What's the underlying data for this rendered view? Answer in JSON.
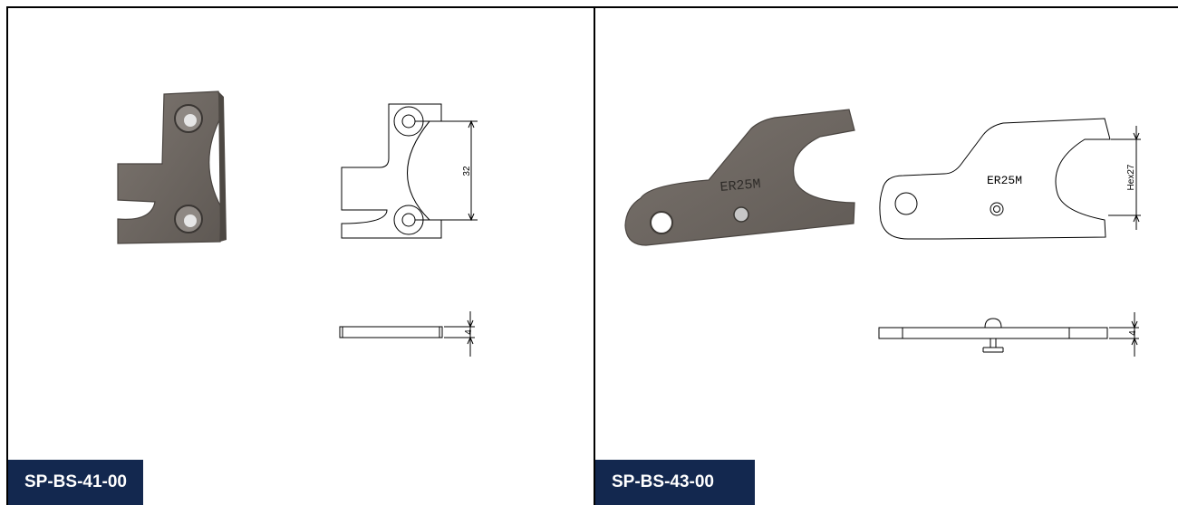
{
  "panels": [
    {
      "part_number": "SP-BS-41-00",
      "dimensions": {
        "height": "32",
        "thickness": "4"
      }
    },
    {
      "part_number": "SP-BS-43-00",
      "engraving": "ER25M",
      "dimensions": {
        "width": "Hex27",
        "thickness": "4"
      }
    }
  ],
  "colors": {
    "label_bg": "#13284f",
    "metal": "#6e6761",
    "line": "#000000"
  }
}
